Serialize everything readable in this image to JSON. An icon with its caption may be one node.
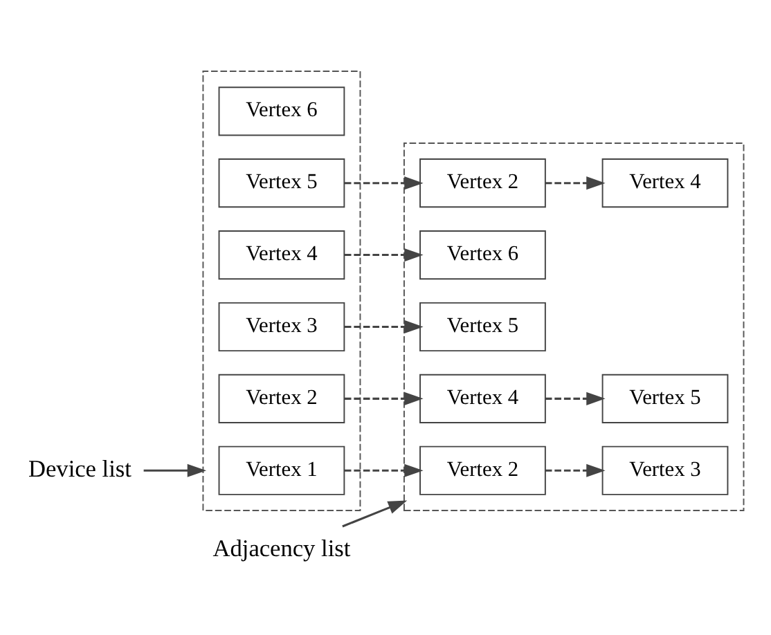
{
  "diagram": {
    "nodes": [
      {
        "text": [
          "Device list"
        ]
      },
      {
        "text": [
          "Adjacency list"
        ]
      },
      {
        "text": [],
        "shape": "box"
      },
      {
        "text": [],
        "shape": "box"
      },
      {
        "text": [
          "Vertex 1"
        ],
        "in": 2
      },
      {
        "text": [
          "Vertex 2"
        ],
        "in": 2
      },
      {
        "text": [
          "Vertex 3"
        ],
        "in": 2
      },
      {
        "text": [
          "Vertex 4"
        ],
        "in": 2
      },
      {
        "text": [
          "Vertex 5"
        ],
        "in": 2
      },
      {
        "text": [
          "Vertex 6"
        ],
        "in": 2
      },
      {
        "text": [
          "Vertex 2"
        ],
        "in": 3
      },
      {
        "text": [
          "Vertex 3"
        ],
        "in": 3
      },
      {
        "text": [
          "Vertex 4"
        ],
        "in": 3
      },
      {
        "text": [
          "Vertex 5"
        ],
        "in": 3
      },
      {
        "text": [
          "Vertex 5"
        ],
        "in": 3
      },
      {
        "text": [
          "Vertex 6"
        ],
        "in": 3
      },
      {
        "text": [
          "Vertex 2"
        ],
        "in": 3
      },
      {
        "text": [
          "Vertex 4"
        ],
        "in": 3
      }
    ],
    "edges": [
      {
        "from": 0,
        "to": 2,
        "arrow": "to"
      },
      {
        "from": 1,
        "to": 3,
        "arrow": "to"
      },
      {
        "from": 4,
        "to": 10,
        "arrow": "to",
        "style": "dashed"
      },
      {
        "from": 10,
        "to": 11,
        "arrow": "to",
        "style": "dashed"
      },
      {
        "from": 5,
        "to": 12,
        "arrow": "to",
        "style": "dashed"
      },
      {
        "from": 12,
        "to": 13,
        "arrow": "to",
        "style": "dashed"
      },
      {
        "from": 6,
        "to": 14,
        "arrow": "to",
        "style": "dashed"
      },
      {
        "from": 7,
        "to": 15,
        "arrow": "to",
        "style": "dashed"
      },
      {
        "from": 8,
        "to": 16,
        "arrow": "to",
        "style": "dashed"
      },
      {
        "from": 16,
        "to": 17,
        "arrow": "to",
        "style": "dashed"
      }
    ]
  }
}
